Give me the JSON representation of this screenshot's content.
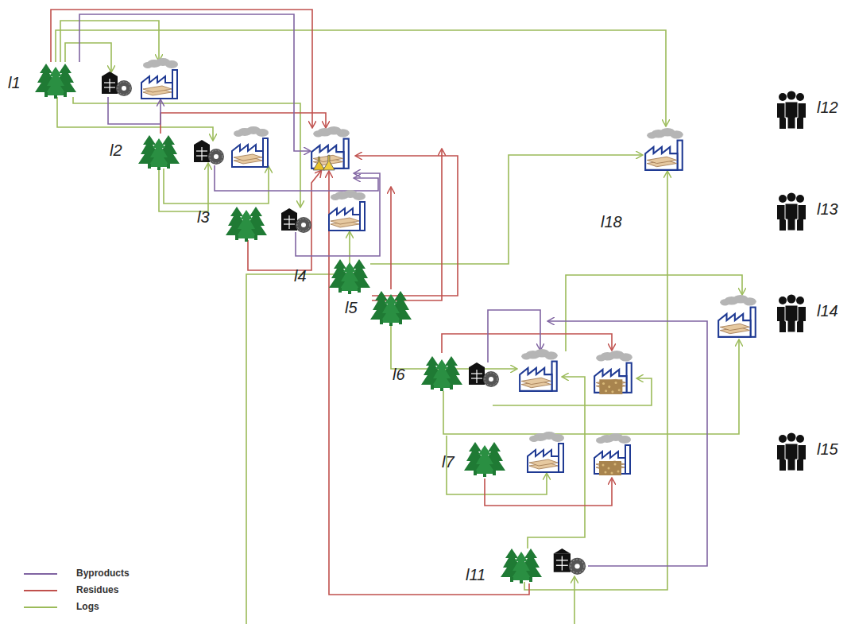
{
  "diagram": {
    "labels": [
      "l1",
      "l12",
      "l2",
      "l18",
      "l13",
      "l3",
      "l4",
      "l14",
      "l5",
      "l6",
      "l7",
      "l15",
      "l11"
    ],
    "legend": [
      {
        "text": "Byproducts"
      },
      {
        "text": "Residues"
      },
      {
        "text": "Logs"
      }
    ]
  }
}
